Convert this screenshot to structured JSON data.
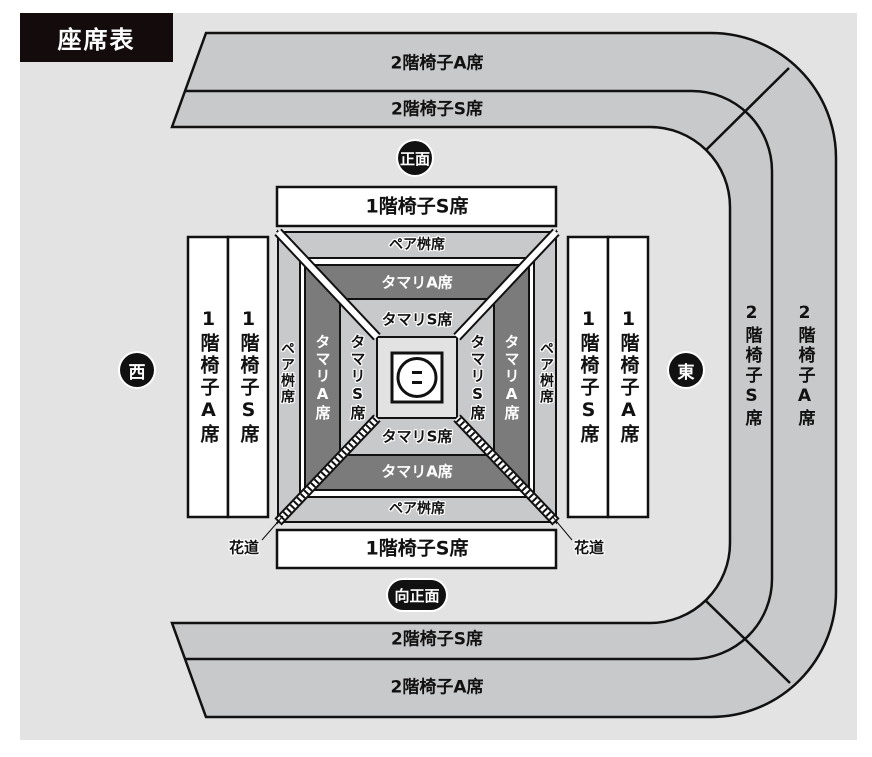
{
  "title": "座席表",
  "directions": {
    "front": "正面",
    "back": "向正面",
    "west": "西",
    "east": "東"
  },
  "floor2": {
    "top_a": "2階椅子A席",
    "top_s": "2階椅子S席",
    "bottom_s": "2階椅子S席",
    "bottom_a": "2階椅子A席",
    "right_s": "2階椅子S席",
    "right_a": "2階椅子A席"
  },
  "floor1": {
    "top_s": "1階椅子S席",
    "bottom_s": "1階椅子S席",
    "left_a": "1階椅子A席",
    "left_s": "1階椅子S席",
    "right_s": "1階椅子S席",
    "right_a": "1階椅子A席"
  },
  "pair_masu": {
    "top": "ペア桝席",
    "bottom": "ペア桝席",
    "left": "ペア桝席",
    "right": "ペア桝席"
  },
  "tamari_a": {
    "top": "タマリA席",
    "bottom": "タマリA席",
    "left": "タマリA席",
    "right": "タマリA席"
  },
  "tamari_s": {
    "top": "タマリS席",
    "bottom": "タマリS席",
    "left": "タマリS席",
    "right": "タマリS席"
  },
  "hanamichi": {
    "left": "花道",
    "right": "花道"
  },
  "colors": {
    "background": "#e3e3e3",
    "section_gray": "#c8c9cb",
    "tamari_a": "#7b7b7b",
    "center": "#e2e2e2",
    "header": "#140c0c"
  }
}
